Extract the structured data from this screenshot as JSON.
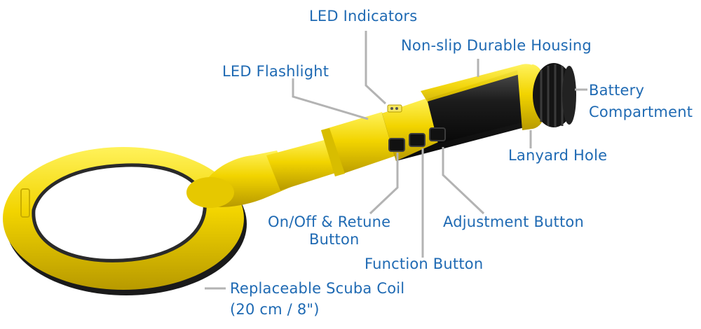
{
  "labels": {
    "led_indicators": "LED Indicators",
    "housing": "Non-slip Durable Housing",
    "led_flashlight": "LED Flashlight",
    "battery_line1": "Battery",
    "battery_line2": "Compartment",
    "lanyard": "Lanyard Hole",
    "onoff_line1": "On/Off & Retune",
    "onoff_line2": "Button",
    "adjustment": "Adjustment Button",
    "function": "Function Button",
    "coil_line1": "Replaceable Scuba Coil",
    "coil_line2": "(20 cm / 8\")"
  },
  "colors": {
    "label_text": "#1f6ab3",
    "leader_line": "#b3b3b3",
    "body_yellow": "#f2d400",
    "body_black": "#1a1a1a"
  }
}
